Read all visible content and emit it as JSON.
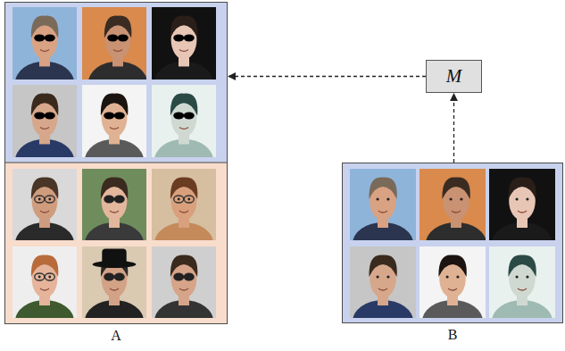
{
  "diagram": {
    "nodes": [
      {
        "text": [
          "A"
        ]
      },
      {
        "text": [
          "M"
        ]
      },
      {
        "text": [
          "B"
        ]
      }
    ],
    "edges": [
      {
        "from": 2,
        "to": 1,
        "arrow": "to"
      },
      {
        "from": 1,
        "to": 0,
        "arrow": "to"
      }
    ]
  }
}
